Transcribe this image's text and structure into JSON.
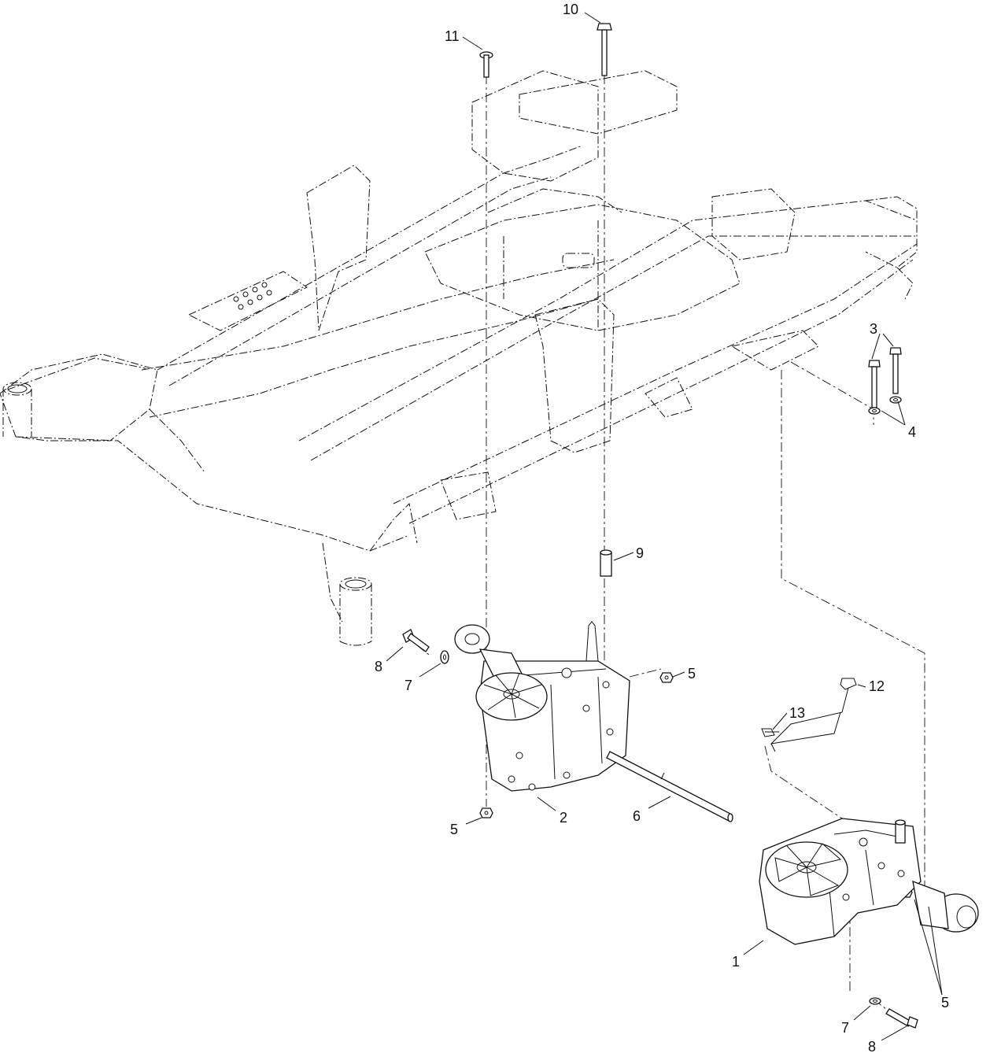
{
  "diagram": {
    "callouts": [
      {
        "id": "c1",
        "label": "1"
      },
      {
        "id": "c2",
        "label": "2"
      },
      {
        "id": "c3",
        "label": "3"
      },
      {
        "id": "c4",
        "label": "4"
      },
      {
        "id": "c5a",
        "label": "5"
      },
      {
        "id": "c5b",
        "label": "5"
      },
      {
        "id": "c5c",
        "label": "5"
      },
      {
        "id": "c6",
        "label": "6"
      },
      {
        "id": "c7a",
        "label": "7"
      },
      {
        "id": "c7b",
        "label": "7"
      },
      {
        "id": "c8a",
        "label": "8"
      },
      {
        "id": "c8b",
        "label": "8"
      },
      {
        "id": "c9",
        "label": "9"
      },
      {
        "id": "c10",
        "label": "10"
      },
      {
        "id": "c11",
        "label": "11"
      },
      {
        "id": "c12",
        "label": "12"
      },
      {
        "id": "c13",
        "label": "13"
      }
    ]
  }
}
